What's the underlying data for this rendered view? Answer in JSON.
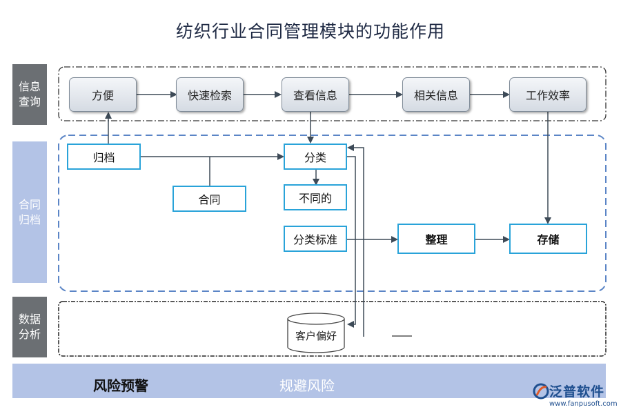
{
  "title": "纺织行业合同管理模块的功能作用",
  "sections": {
    "query": "信息\n查询",
    "archive": "合同\n归档",
    "analysis": "数据\n分析"
  },
  "query_row": [
    "方便",
    "快速检索",
    "查看信息",
    "相关信息",
    "工作效率"
  ],
  "archive_nodes": {
    "guidang": "归档",
    "hetong": "合同",
    "fenlei": "分类",
    "butongde": "不同的",
    "fenleibiaozhun": "分类标准",
    "zhengli": "整理",
    "cunchu": "存储"
  },
  "analysis_nodes": {
    "kehu": "客户偏好"
  },
  "footer": {
    "left": "风险预警",
    "right": "规避风险"
  },
  "logo": {
    "name": "泛普软件",
    "url": "www.fanpusoft.com"
  },
  "colors": {
    "dark_band": "#6b6f73",
    "light_band": "#b3c3e6",
    "box_border": "#29a3d9",
    "dash_blue": "#5b85c6",
    "arrow": "#3d4a57"
  }
}
